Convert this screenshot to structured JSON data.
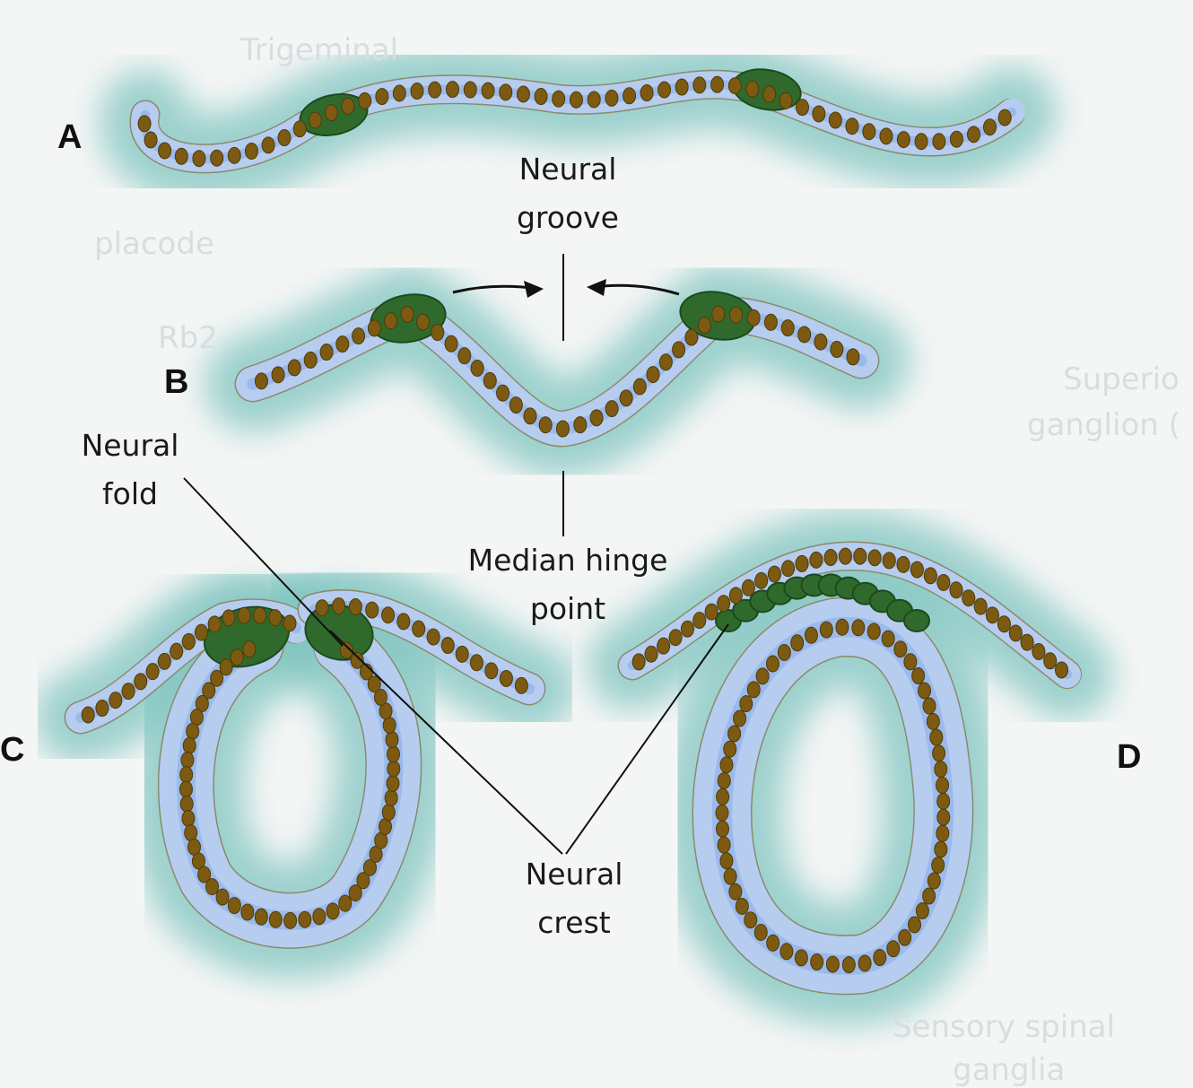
{
  "panels": {
    "a": "A",
    "b": "B",
    "c": "C",
    "d": "D"
  },
  "labels": {
    "neural_groove": [
      "Neural",
      "groove"
    ],
    "neural_fold": [
      "Neural",
      "fold"
    ],
    "median_hinge_point": [
      "Median hinge",
      "point"
    ],
    "neural_crest": [
      "Neural",
      "crest"
    ]
  },
  "background_text": {
    "trigeminal": "Trigeminal",
    "placode": "placode",
    "rb2": "Rb2",
    "superior": "Superio",
    "ganglion": "ganglion (",
    "sensory_spinal": "Sensory spinal",
    "ganglia": "ganglia"
  },
  "colors": {
    "tissue": "#b6cdf0",
    "tissue_dark": "#7fa8e6",
    "halo": "#7fc4c0",
    "nucleus": "#7d5a12",
    "neural_crest": "#2f6a2c",
    "label_line": "#111111"
  }
}
